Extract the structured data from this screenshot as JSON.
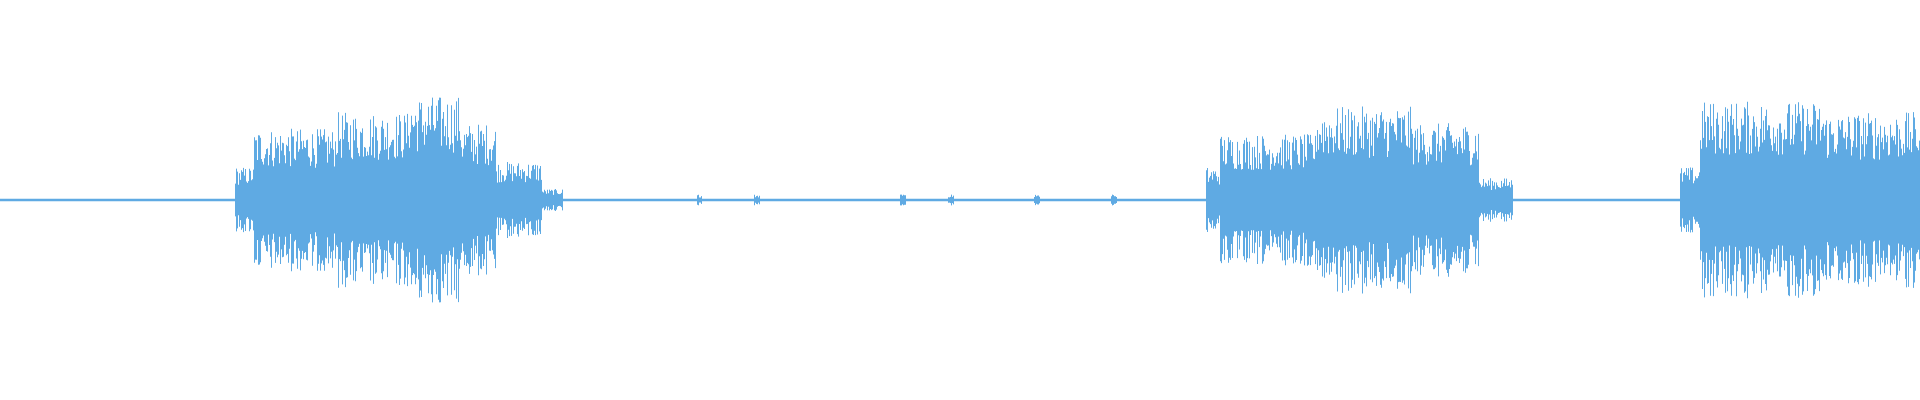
{
  "waveform": {
    "color": "#5faae3",
    "background": "#ffffff",
    "duration_fraction_segments": [
      {
        "start": 0.0,
        "end": 0.122,
        "peak": 0.01
      },
      {
        "start": 0.122,
        "end": 0.132,
        "peak": 0.3
      },
      {
        "start": 0.132,
        "end": 0.175,
        "peak": 0.65
      },
      {
        "start": 0.175,
        "end": 0.212,
        "peak": 0.8
      },
      {
        "start": 0.212,
        "end": 0.24,
        "peak": 0.95
      },
      {
        "start": 0.24,
        "end": 0.258,
        "peak": 0.7
      },
      {
        "start": 0.258,
        "end": 0.282,
        "peak": 0.35
      },
      {
        "start": 0.282,
        "end": 0.293,
        "peak": 0.1
      },
      {
        "start": 0.293,
        "end": 0.628,
        "peak": 0.01
      },
      {
        "start": 0.628,
        "end": 0.635,
        "peak": 0.3
      },
      {
        "start": 0.635,
        "end": 0.685,
        "peak": 0.6
      },
      {
        "start": 0.685,
        "end": 0.735,
        "peak": 0.85
      },
      {
        "start": 0.735,
        "end": 0.77,
        "peak": 0.7
      },
      {
        "start": 0.77,
        "end": 0.788,
        "peak": 0.2
      },
      {
        "start": 0.788,
        "end": 0.875,
        "peak": 0.01
      },
      {
        "start": 0.875,
        "end": 0.885,
        "peak": 0.3
      },
      {
        "start": 0.885,
        "end": 0.95,
        "peak": 0.9
      },
      {
        "start": 0.95,
        "end": 1.0,
        "peak": 0.8
      }
    ],
    "blips": [
      0.364,
      0.394,
      0.47,
      0.495,
      0.54,
      0.58
    ]
  }
}
